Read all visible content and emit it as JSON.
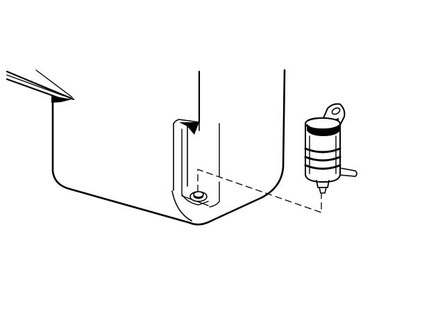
{
  "diagram": {
    "colors": {
      "ink": "#000000",
      "paper": "#ffffff"
    },
    "parts": [
      "bracket-flange",
      "reservoir-tank",
      "pump-recess",
      "mounting-grommet",
      "washer-pump",
      "installation-guide-line"
    ]
  }
}
